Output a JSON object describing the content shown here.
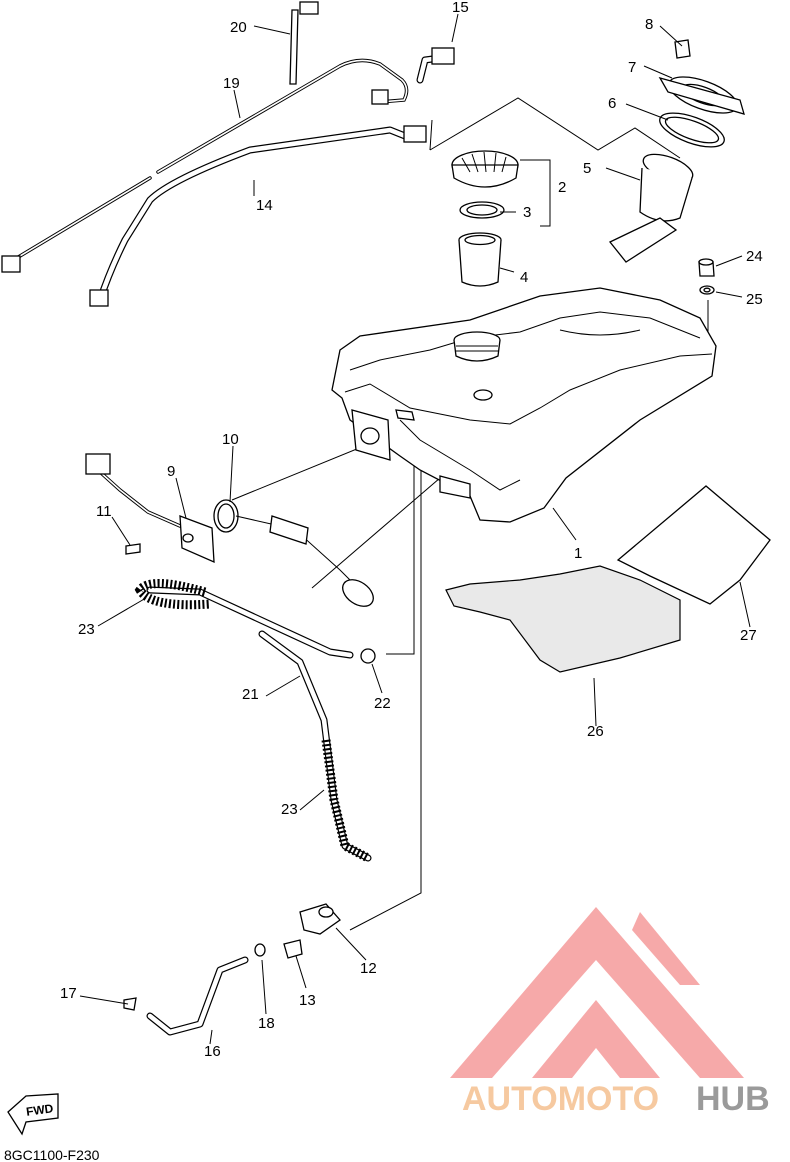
{
  "callouts": [
    {
      "id": "1",
      "text": "1"
    },
    {
      "id": "2",
      "text": "2"
    },
    {
      "id": "3",
      "text": "3"
    },
    {
      "id": "4",
      "text": "4"
    },
    {
      "id": "5",
      "text": "5"
    },
    {
      "id": "6",
      "text": "6"
    },
    {
      "id": "7",
      "text": "7"
    },
    {
      "id": "8",
      "text": "8"
    },
    {
      "id": "9",
      "text": "9"
    },
    {
      "id": "10",
      "text": "10"
    },
    {
      "id": "11",
      "text": "11"
    },
    {
      "id": "12",
      "text": "12"
    },
    {
      "id": "13",
      "text": "13"
    },
    {
      "id": "14",
      "text": "14"
    },
    {
      "id": "15",
      "text": "15"
    },
    {
      "id": "16",
      "text": "16"
    },
    {
      "id": "17",
      "text": "17"
    },
    {
      "id": "18",
      "text": "18"
    },
    {
      "id": "19",
      "text": "19"
    },
    {
      "id": "20",
      "text": "20"
    },
    {
      "id": "21",
      "text": "21"
    },
    {
      "id": "22",
      "text": "22"
    },
    {
      "id": "23a",
      "text": "23"
    },
    {
      "id": "23b",
      "text": "23"
    },
    {
      "id": "24",
      "text": "24"
    },
    {
      "id": "25",
      "text": "25"
    },
    {
      "id": "26",
      "text": "26"
    },
    {
      "id": "27",
      "text": "27"
    }
  ],
  "fwd_label": "FWD",
  "diagram_code": "8GC1100-F230",
  "watermark": {
    "brand_part1": "AUTOMOTO",
    "brand_part2": "HUB",
    "color_logo": "#f5a0a0",
    "color_text1": "#f6c9a0",
    "color_text2": "#9a9a9a"
  }
}
